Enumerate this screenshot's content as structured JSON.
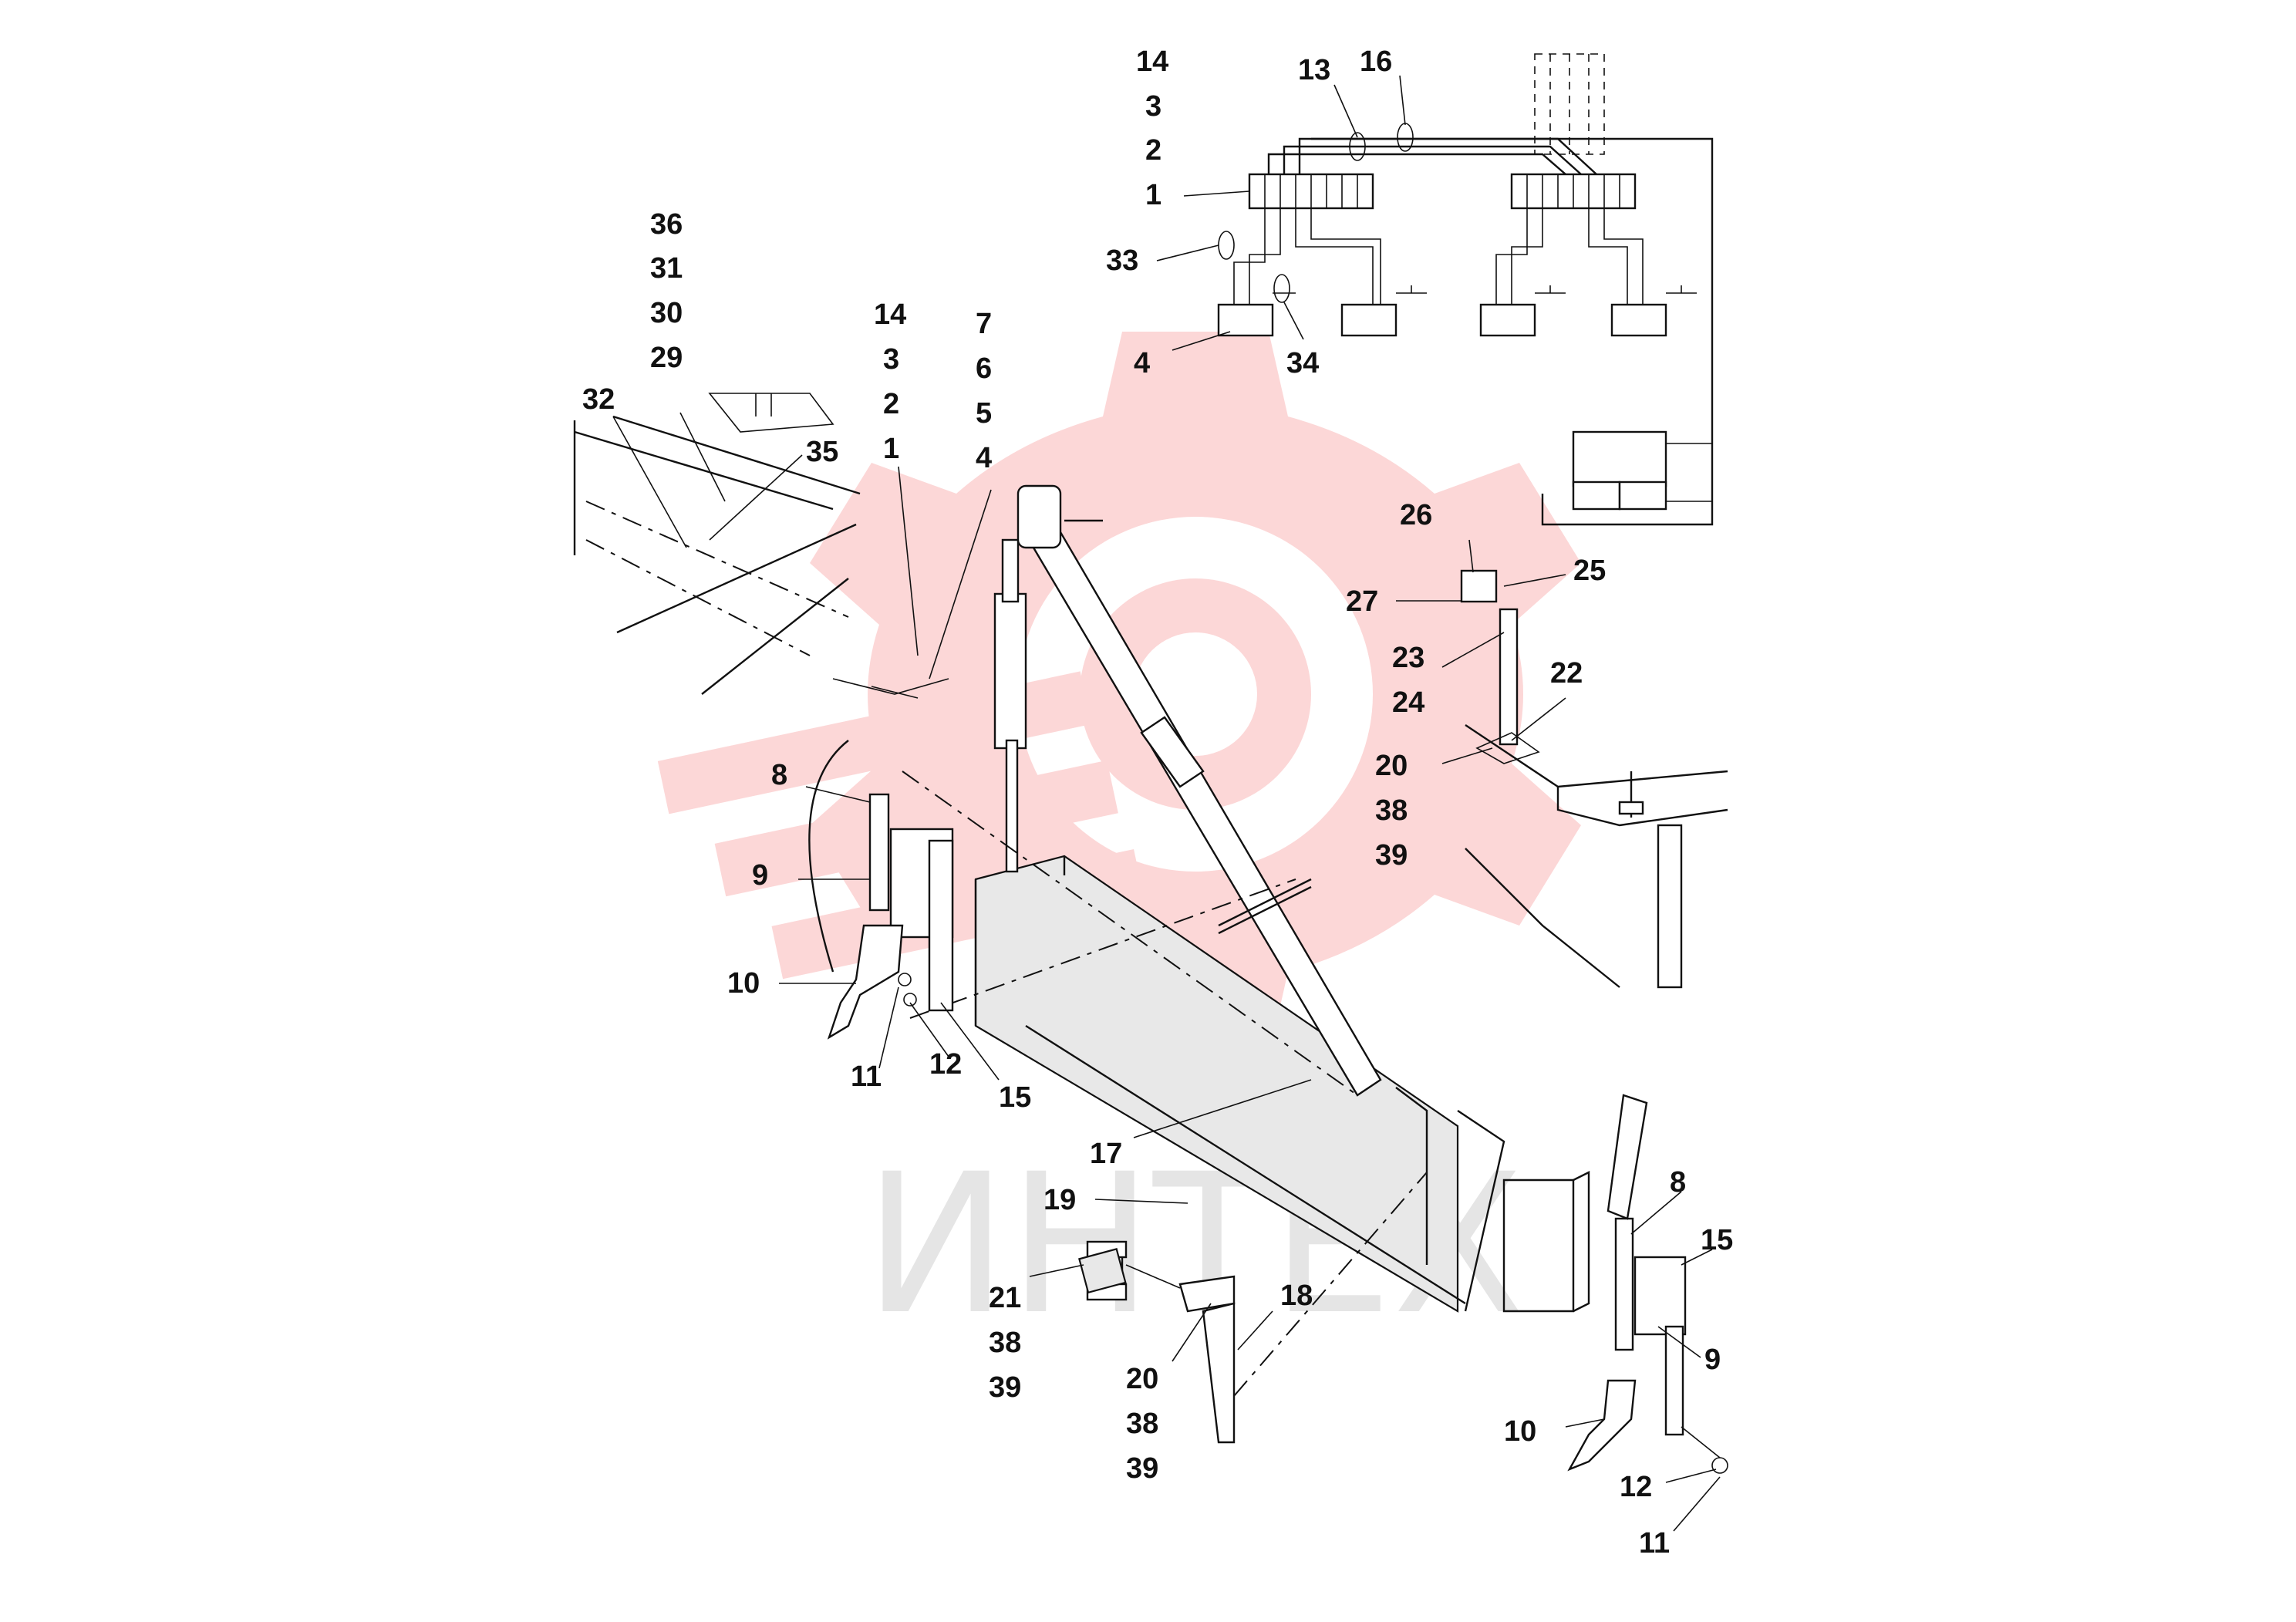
{
  "watermark": {
    "text": "ИНТЕХ",
    "gear_color": "#f04a4a"
  },
  "callouts": {
    "c14a": "14",
    "c3a": "3",
    "c2a": "2",
    "c1a": "1",
    "c13": "13",
    "c16": "16",
    "c33": "33",
    "c4a": "4",
    "c34": "34",
    "c36": "36",
    "c31": "31",
    "c30": "30",
    "c29": "29",
    "c32": "32",
    "c35": "35",
    "c14b": "14",
    "c3b": "3",
    "c2b": "2",
    "c1b": "1",
    "c7": "7",
    "c6": "6",
    "c5": "5",
    "c4b": "4",
    "c26": "26",
    "c25": "25",
    "c27": "27",
    "c23": "23",
    "c24": "24",
    "c22": "22",
    "c20a": "20",
    "c38a": "38",
    "c39a": "39",
    "c8a": "8",
    "c9a": "9",
    "c10a": "10",
    "c11a": "11",
    "c12a": "12",
    "c15a": "15",
    "c17": "17",
    "c19": "19",
    "c21": "21",
    "c38b": "38",
    "c39b": "39",
    "c18": "18",
    "c20b": "20",
    "c38c": "38",
    "c39c": "39",
    "c8b": "8",
    "c15b": "15",
    "c9b": "9",
    "c10b": "10",
    "c12b": "12",
    "c11b": "11"
  }
}
